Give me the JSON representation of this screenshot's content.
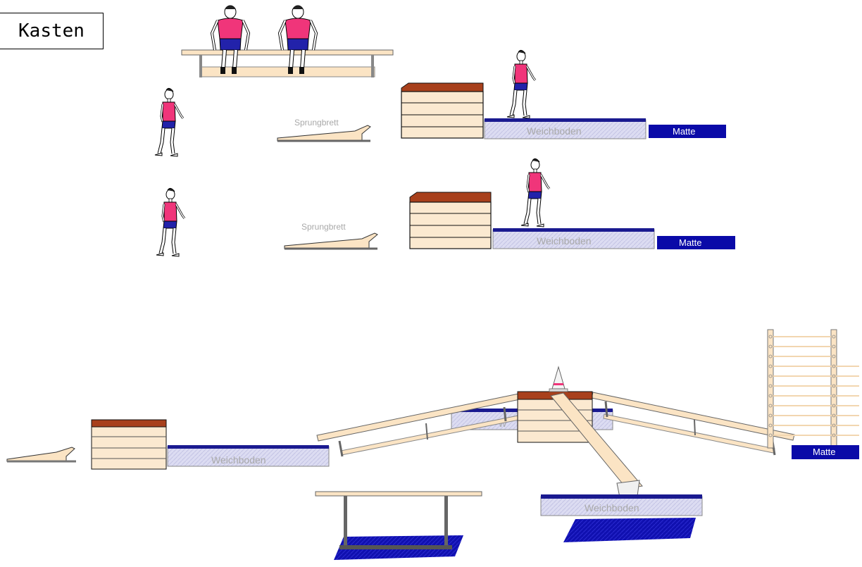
{
  "title": "Kasten",
  "labels": {
    "sprungbrett": "Sprungbrett",
    "weichboden": "Weichboden",
    "matte": "Matte",
    "obscured": "W"
  },
  "colors": {
    "gymnast_shirt": "#f0357a",
    "gymnast_shorts": "#2222aa",
    "mat_blue": "#0a0aa8",
    "soft_mat": "#d8d8f0",
    "box_top": "#a8401c",
    "box_body": "#fbe9d0",
    "bench_wood": "#fbe4c4"
  }
}
